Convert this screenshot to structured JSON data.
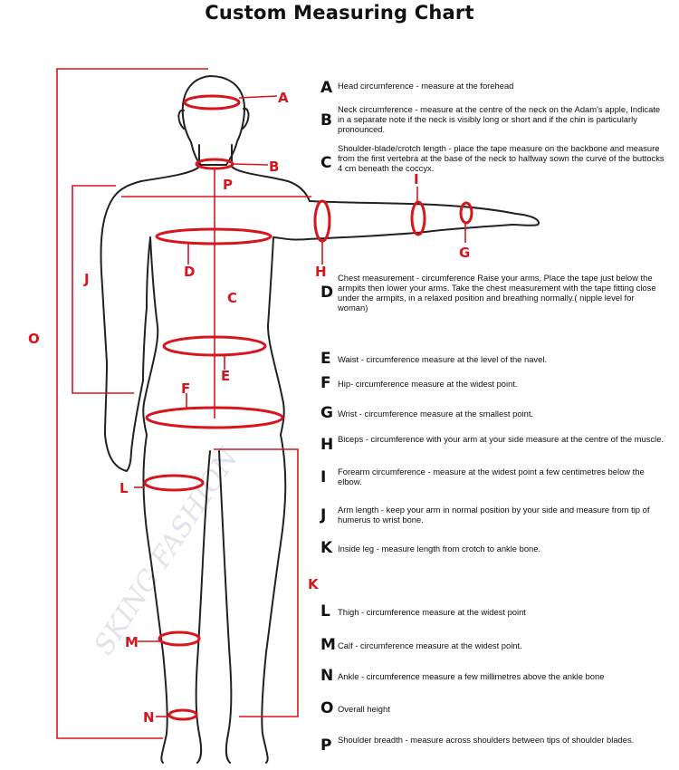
{
  "title": "Custom Measuring Chart",
  "watermark": "SKING FASHION",
  "colors": {
    "accent": "#d8151c",
    "outline": "#222222",
    "watermark": "#c9ccdf"
  },
  "figure_labels": [
    "A",
    "B",
    "P",
    "I",
    "G",
    "H",
    "D",
    "C",
    "J",
    "O",
    "E",
    "F",
    "L",
    "K",
    "M",
    "N"
  ],
  "legend": [
    {
      "letter": "A",
      "text": "Head circumference - measure at the forehead"
    },
    {
      "letter": "B",
      "text": "Neck circumference  - measure at the centre of the neck on the Adam's apple, Indicate in a separate note if the neck is visibly long or short and if the chin is particularly pronounced."
    },
    {
      "letter": "C",
      "text": "Shoulder-blade/crotch length - place the tape measure on the backbone and measure from the first vertebra at the base of the neck to halfway sown the curve of the buttocks 4 cm beneath the coccyx."
    },
    {
      "letter": "D",
      "text": "Chest measurement - circumference  Raise your arms, Place the tape just below the armpits then lower your arms. Take the chest measurement with the tape fitting close under the armpits, in a relaxed position and breathing normally.( nipple level for woman)"
    },
    {
      "letter": "E",
      "text": "Waist -  circumference   measure at the level of the navel."
    },
    {
      "letter": "F",
      "text": "Hip- circumference measure at the widest point."
    },
    {
      "letter": "G",
      "text": "Wrist -  circumference  measure at the smallest point."
    },
    {
      "letter": "H",
      "text": "Biceps -  circumference  with your arm at your side measure at the centre of the muscle."
    },
    {
      "letter": "I",
      "text": "Forearm circumference - measure at the widest point a few centimetres below the elbow."
    },
    {
      "letter": "J",
      "text": "Arm length - keep your arm in normal position by your side and measure from tip of humerus to wrist bone."
    },
    {
      "letter": "K",
      "text": "Inside leg - measure length from crotch to ankle bone."
    },
    {
      "letter": "L",
      "text": "Thigh -  circumference   measure at the widest point"
    },
    {
      "letter": "M",
      "text": "Calf -  circumference   measure at the widest point."
    },
    {
      "letter": "N",
      "text": "Ankle -  circumference   measure a few millimetres above the ankle bone"
    },
    {
      "letter": "O",
      "text": "Overall height"
    },
    {
      "letter": "P",
      "text": "Shoulder breadth - measure across shoulders between tips of shoulder blades."
    }
  ]
}
